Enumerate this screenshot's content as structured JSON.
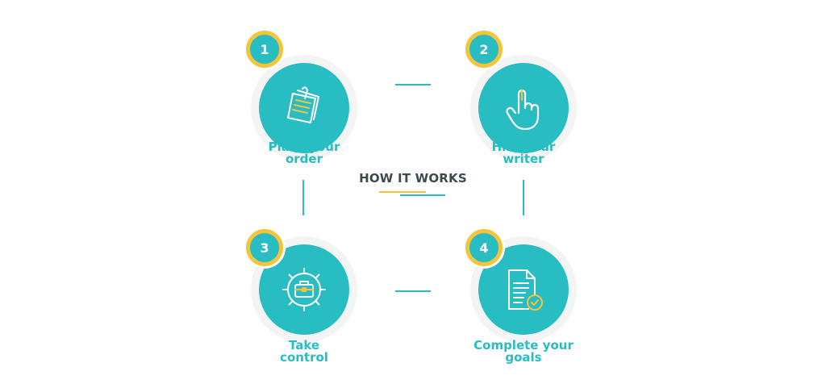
{
  "center": {
    "title": "HOW IT WORKS",
    "underline_colors": [
      "#f4c43d",
      "#28bcc3"
    ]
  },
  "steps": [
    {
      "number": "1",
      "label": "Place your\norder",
      "icon": "note-paper-icon"
    },
    {
      "number": "2",
      "label": "Hire your\nwriter",
      "icon": "pointing-hand-icon"
    },
    {
      "number": "3",
      "label": "Take\ncontrol",
      "icon": "gear-briefcase-icon"
    },
    {
      "number": "4",
      "label": "Complete your\ngoals",
      "icon": "document-check-icon"
    }
  ],
  "colors": {
    "teal": "#28bcc3",
    "yellow": "#f4c43d",
    "halo": "#f3f5f5",
    "title": "#3d4a4d"
  }
}
